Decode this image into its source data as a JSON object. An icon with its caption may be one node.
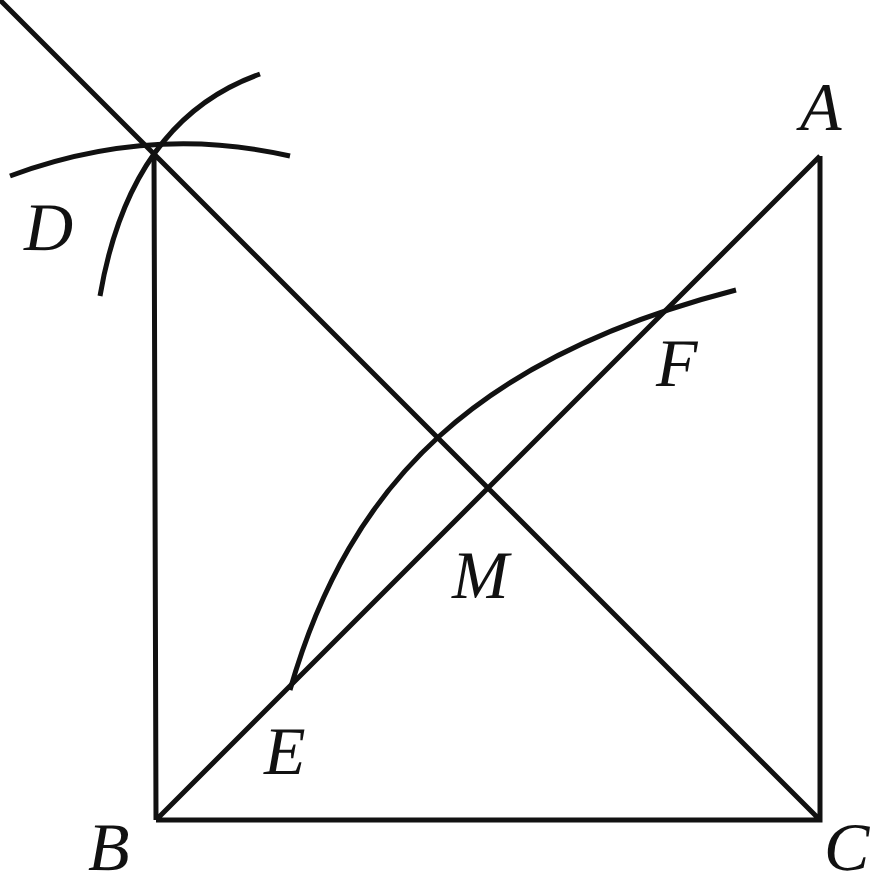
{
  "diagram": {
    "labels": [
      "A",
      "D",
      "F",
      "M",
      "E",
      "B",
      "C"
    ]
  }
}
